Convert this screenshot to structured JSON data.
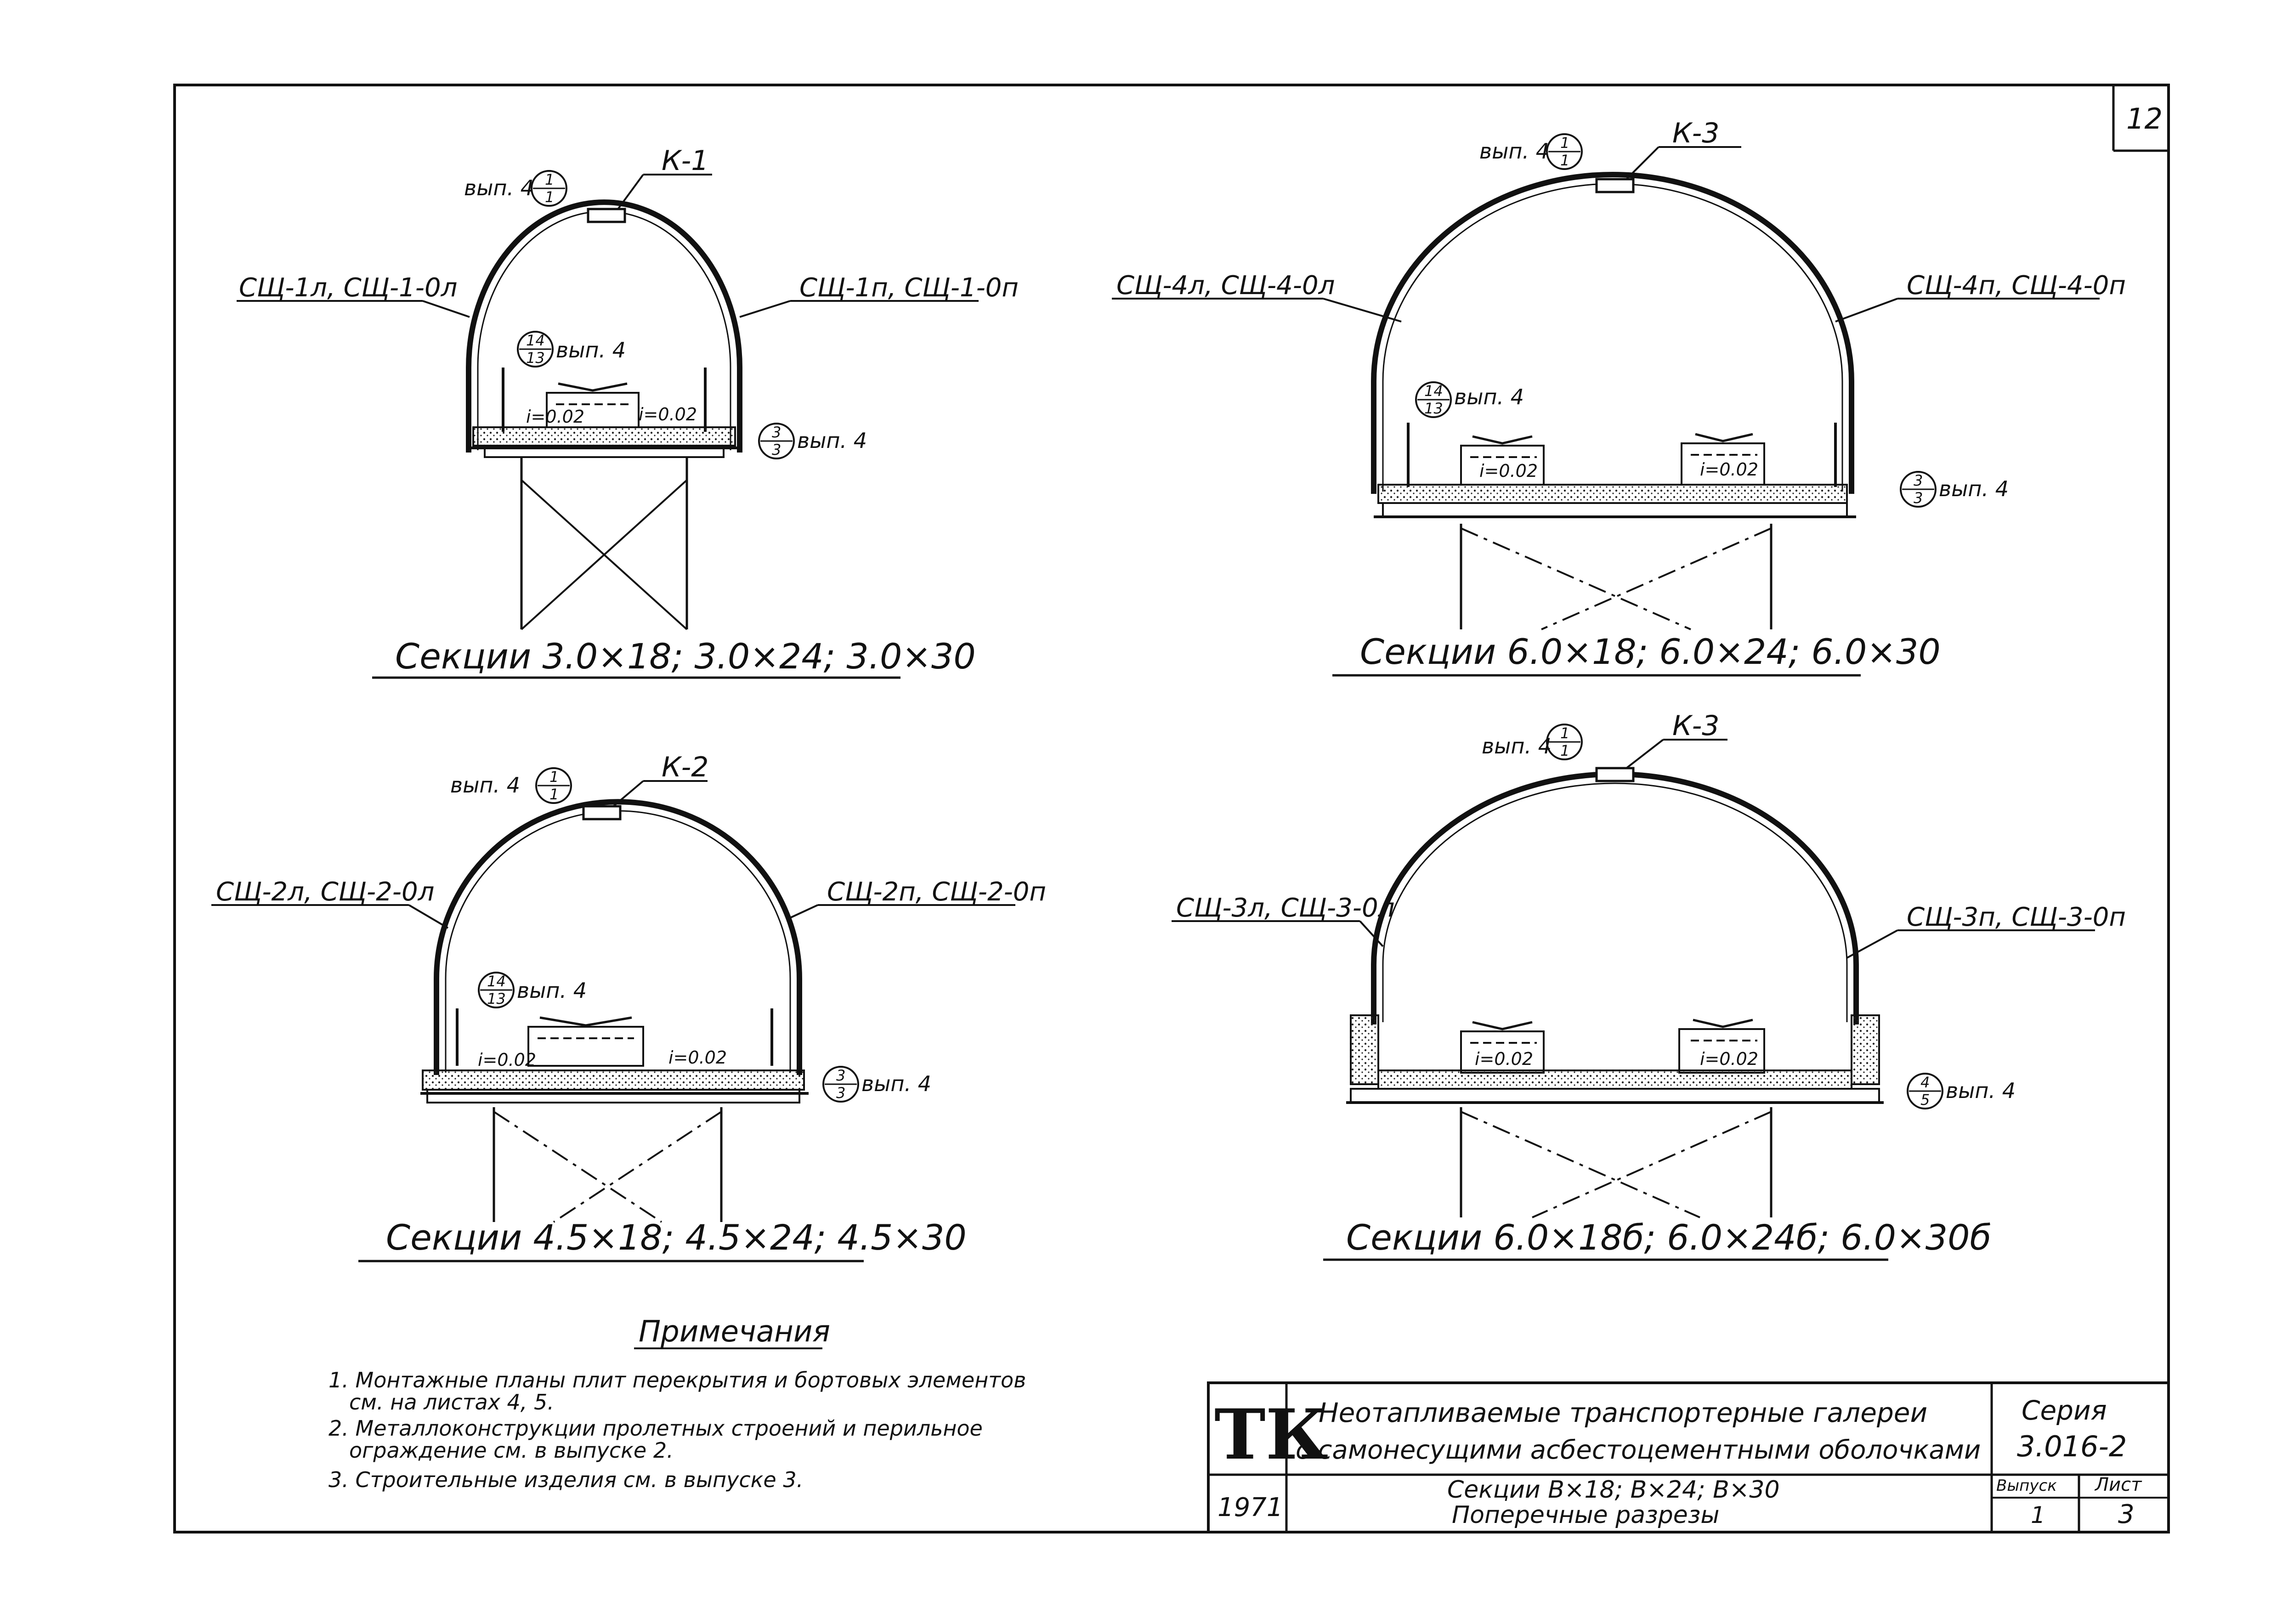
{
  "sheet_corner_number": "12",
  "sections": [
    {
      "id": "s1",
      "caption": "Секции 3.0×18; 3.0×24; 3.0×30",
      "shell_left": "СЩ-1л, СЩ-1-0л",
      "shell_right": "СЩ-1п, СЩ-1-0п",
      "ridge": "К-1",
      "ridge_ref": "вып. 4",
      "ridge_ref_num": "1",
      "ridge_ref_den": "1",
      "inner_ref": "вып. 4",
      "inner_ref_num": "14",
      "inner_ref_den": "13",
      "side_ref": "вып. 4",
      "side_ref_num": "3",
      "side_ref_den": "3",
      "slope_left": "i=0.02",
      "slope_right": "i=0.02"
    },
    {
      "id": "s2",
      "caption": "Секции 6.0×18; 6.0×24; 6.0×30",
      "shell_left": "СЩ-4л, СЩ-4-0л",
      "shell_right": "СЩ-4п, СЩ-4-0п",
      "ridge": "К-3",
      "ridge_ref": "вып. 4",
      "ridge_ref_num": "1",
      "ridge_ref_den": "1",
      "inner_ref": "вып. 4",
      "inner_ref_num": "14",
      "inner_ref_den": "13",
      "side_ref": "вып. 4",
      "side_ref_num": "3",
      "side_ref_den": "3",
      "slope_left": "i=0.02",
      "slope_right": "i=0.02"
    },
    {
      "id": "s3",
      "caption": "Секции 4.5×18; 4.5×24; 4.5×30",
      "shell_left": "СЩ-2л, СЩ-2-0л",
      "shell_right": "СЩ-2п, СЩ-2-0п",
      "ridge": "К-2",
      "ridge_ref": "вып. 4",
      "ridge_ref_num": "1",
      "ridge_ref_den": "1",
      "inner_ref": "вып. 4",
      "inner_ref_num": "14",
      "inner_ref_den": "13",
      "side_ref": "вып. 4",
      "side_ref_num": "3",
      "side_ref_den": "3",
      "slope_left": "i=0.02",
      "slope_right": "i=0.02"
    },
    {
      "id": "s4",
      "caption": "Секции 6.0×18б; 6.0×24б; 6.0×30б",
      "shell_left": "СЩ-3л, СЩ-3-0л",
      "shell_right": "СЩ-3п, СЩ-3-0п",
      "ridge": "К-3",
      "ridge_ref": "вып. 4",
      "ridge_ref_num": "1",
      "ridge_ref_den": "1",
      "side_ref": "вып. 4",
      "side_ref_num": "4",
      "side_ref_den": "5",
      "slope_left": "i=0.02",
      "slope_right": "i=0.02"
    }
  ],
  "notes": {
    "title": "Примечания",
    "items": [
      "1. Монтажные планы плит перекрытия и бортовых элементов",
      "см. на листах 4, 5.",
      "2. Металлоконструкции пролетных строений и перильное",
      "ограждение см. в выпуске 2.",
      "3. Строительные изделия см. в выпуске 3."
    ]
  },
  "title_block": {
    "logo": "ТК",
    "year": "1971",
    "title_line1": "Неотапливаемые транспортерные галереи",
    "title_line2": "с самонесущими асбестоцементными оболочками",
    "subtitle_line1": "Секции В×18; В×24; В×30",
    "subtitle_line2": "Поперечные разрезы",
    "series_label": "Серия",
    "series_value": "3.016-2",
    "issue_label": "Выпуск",
    "issue_value": "1",
    "sheet_label": "Лист",
    "sheet_value": "3"
  }
}
